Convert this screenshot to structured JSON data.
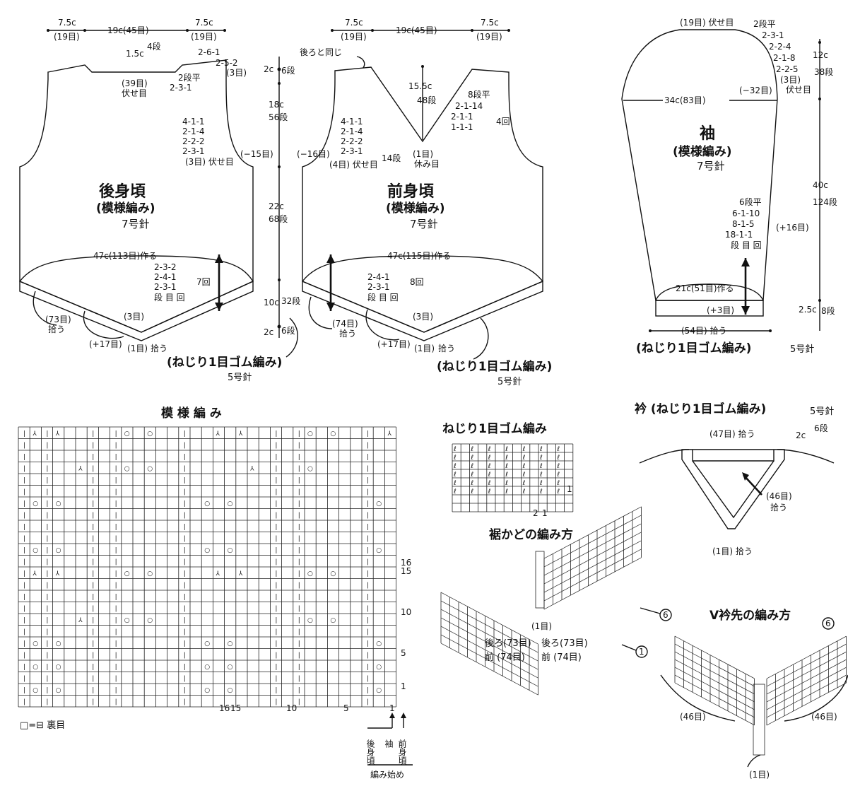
{
  "back_body": {
    "title": "後身頃",
    "subtitle": "(模様編み)",
    "needle": "7号針",
    "top_left_width": "7.5c",
    "top_left_sts": "(19目)",
    "top_mid": "19c(45目)",
    "top_right_width": "7.5c",
    "top_right_sts": "(19目)",
    "neck_depth": "1.5c",
    "neck_depth_rows": "4段",
    "neck_bind": "(39目)",
    "neck_bind_label": "伏せ目",
    "shoulder_a": "2-6-1",
    "shoulder_b": "2-5-2",
    "shoulder_c": "(3目)",
    "neck_flat": "2段平",
    "neck_dec": "2-3-1",
    "arm_1": "4-1-1",
    "arm_2": "2-1-4",
    "arm_3": "2-2-2",
    "arm_4": "2-3-1",
    "arm_5": "(3目) 伏せ目",
    "arm_minus": "(−15目)",
    "cast_on": "47c(113目)作る",
    "hem_1": "2-3-2",
    "hem_2": "2-4-1",
    "hem_3": "2-3-1",
    "hem_4": "段 目 回",
    "hem_times": "7回",
    "pick_side": "(73目)",
    "pick_side_label": "拾う",
    "plus": "(+17目)",
    "center_3": "(3目)",
    "center_1": "(1目)",
    "center_1_label": "拾う",
    "rib_label": "(ねじり1目ゴム編み)",
    "rib_needle": "5号針"
  },
  "center_measure": {
    "m1": "2c",
    "m1r": "6段",
    "m2": "18c",
    "m2r": "56段",
    "m3": "22c",
    "m3r": "68段",
    "m4": "10c",
    "m4r": "32段",
    "m5": "2c",
    "m5r": "6段"
  },
  "front_body": {
    "title": "前身頃",
    "subtitle": "(模様編み)",
    "needle": "7号針",
    "top_left_width": "7.5c",
    "top_left_sts": "(19目)",
    "top_mid": "19c(45目)",
    "top_right_width": "7.5c",
    "top_right_sts": "(19目)",
    "same_as_back": "後ろと同じ",
    "v_depth": "15.5c",
    "v_rows": "48段",
    "v_flat": "8段平",
    "v_dec1": "2-1-14",
    "v_dec2": "2-1-1",
    "v_dec3": "1-1-1",
    "v_times": "4回",
    "v_center": "(1目)",
    "v_center_label": "休み目",
    "arm_1": "4-1-1",
    "arm_2": "2-1-4",
    "arm_3": "2-2-2",
    "arm_4": "2-3-1",
    "arm_5": "(4目) 伏せ目",
    "arm_rows": "14段",
    "arm_minus": "(−16目)",
    "cast_on": "47c(115目)作る",
    "hem_1": "2-4-1",
    "hem_2": "2-3-1",
    "hem_3": "段 目 回",
    "hem_times": "8回",
    "pick_side": "(74目)",
    "pick_side_label": "拾う",
    "plus": "(+17目)",
    "center_3": "(3目)",
    "center_1": "(1目)",
    "center_1_label": "拾う",
    "rib_label": "(ねじり1目ゴム編み)",
    "rib_needle": "5号針"
  },
  "sleeve": {
    "title": "袖",
    "subtitle": "(模様編み)",
    "needle": "7号針",
    "top_bind": "(19目) 伏せ目",
    "cap_flat": "2段平",
    "cap_1": "2-3-1",
    "cap_2": "2-2-4",
    "cap_3": "2-1-8",
    "cap_4": "2-2-5",
    "cap_5": "(3目)",
    "cap_bind": "伏せ目",
    "cap_height": "12c",
    "cap_rows": "38段",
    "width": "34c(83目)",
    "width_minus": "(−32目)",
    "inc_flat": "6段平",
    "inc_1": "6-1-10",
    "inc_2": "8-1-5",
    "inc_3": "18-1-1",
    "inc_4": "段 目 回",
    "plus16": "(+16目)",
    "length": "40c",
    "length_rows": "124段",
    "cast_on": "21c(51目)作る",
    "plus3": "(+3目)",
    "cuff_h": "2.5c",
    "cuff_rows": "8段",
    "pick": "(54目) 拾う",
    "rib_label": "(ねじり1目ゴム編み)",
    "rib_needle": "5号針"
  },
  "pattern_chart": {
    "title": "模 様 編 み",
    "legend": "□=⊟ 裏目",
    "row_16": "16",
    "row_15": "15",
    "row_10": "10",
    "row_5": "5",
    "row_1": "1",
    "col_16": "16",
    "col_15": "15",
    "col_10": "10",
    "col_5": "5",
    "col_1": "1",
    "back_label": "後身頃",
    "sleeve_label": "袖",
    "front_label": "前身頃",
    "start_label": "編み始め"
  },
  "rib_chart": {
    "title": "ねじり1目ゴム編み",
    "col_2": "2",
    "col_1": "1",
    "row_1": "1"
  },
  "hem_corner": {
    "title": "裾かどの編み方",
    "center": "(1目)",
    "back_l": "後ろ(73目)",
    "front_l": "前 (74目)",
    "back_r": "後ろ(73目)",
    "front_r": "前 (74目)",
    "mark_6": "6",
    "mark_1": "1"
  },
  "collar": {
    "title": "衿 (ねじり1目ゴム編み)",
    "needle": "5号針",
    "top_pick": "(47目) 拾う",
    "height": "2c",
    "height_rows": "6段",
    "side_pick": "(46目)",
    "side_pick_label": "拾う",
    "center_pick": "(1目) 拾う"
  },
  "v_neck": {
    "title": "V衿先の編み方",
    "left": "(46目)",
    "right": "(46目)",
    "center": "(1目)",
    "mark_6": "6"
  }
}
